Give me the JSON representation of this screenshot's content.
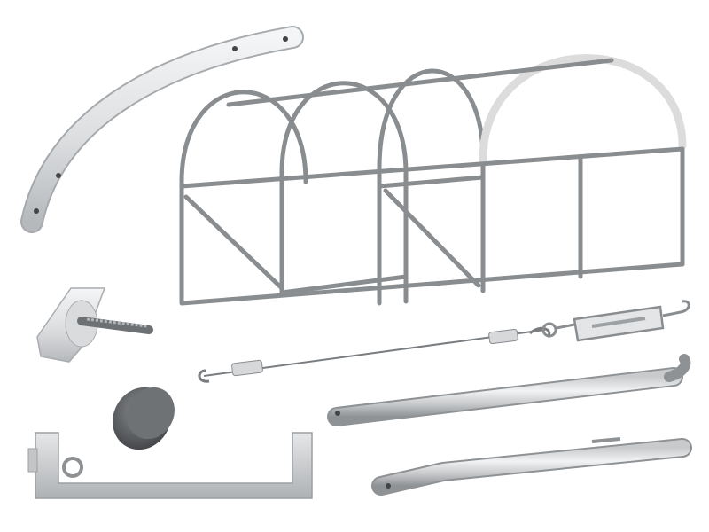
{
  "scene": {
    "background": "#ffffff",
    "metal_color": "#8a8d90",
    "metal_light": "#c9cbcd",
    "plastic_color": "#dfe1e3",
    "plastic_shade": "#b9bcbf",
    "dark_cap_color": "#55585b",
    "arc_insert_color": "#eeeeee"
  },
  "parts": [
    "curved-plastic-profile",
    "greenhouse-frame",
    "wing-screw-clamp",
    "plastic-end-cap",
    "u-shaped-bracket",
    "tension-cable",
    "turnbuckle",
    "ground-peg-with-hook",
    "ground-peg-pointed"
  ]
}
